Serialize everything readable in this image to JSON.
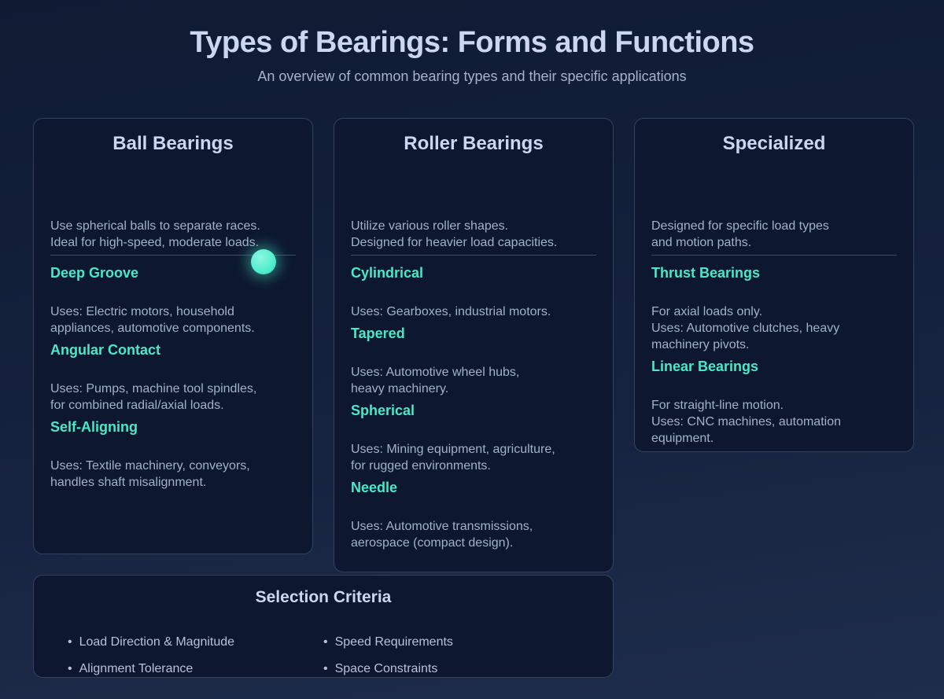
{
  "header": {
    "title": "Types of Bearings: Forms and Functions",
    "subtitle": "An overview of common bearing types and their specific applications"
  },
  "colors": {
    "background_top": "#0f1b33",
    "background_bottom": "#1f2d4d",
    "card_background": "#0d1830",
    "card_border": "#536a8f",
    "heading_text": "#ccd6f0",
    "body_text": "#a2b0c8",
    "accent_teal": "#49e9c7",
    "glow_dot": "#55efd0"
  },
  "cards": [
    {
      "title": "Ball Bearings",
      "intro": "Use spherical balls to separate races.\nIdeal for high-speed, moderate loads.",
      "sections": [
        {
          "heading": "Deep Groove",
          "text": "Uses: Electric motors, household\nappliances, automotive components."
        },
        {
          "heading": "Angular Contact",
          "text": "Uses: Pumps, machine tool spindles,\nfor combined radial/axial loads."
        },
        {
          "heading": "Self-Aligning",
          "text": "Uses: Textile machinery, conveyors,\nhandles shaft misalignment."
        }
      ]
    },
    {
      "title": "Roller Bearings",
      "intro": "Utilize various roller shapes.\nDesigned for heavier load capacities.",
      "sections": [
        {
          "heading": "Cylindrical",
          "text": "Uses: Gearboxes, industrial motors."
        },
        {
          "heading": "Tapered",
          "text": "Uses: Automotive wheel hubs,\nheavy machinery."
        },
        {
          "heading": "Spherical",
          "text": "Uses: Mining equipment, agriculture,\nfor rugged environments."
        },
        {
          "heading": "Needle",
          "text": "Uses: Automotive transmissions,\naerospace (compact design)."
        }
      ]
    },
    {
      "title": "Specialized",
      "intro": "Designed for specific load types\nand motion paths.",
      "sections": [
        {
          "heading": "Thrust Bearings",
          "text": "For axial loads only.\nUses: Automotive clutches, heavy\nmachinery pivots."
        },
        {
          "heading": "Linear Bearings",
          "text": "For straight-line motion.\nUses: CNC machines, automation\nequipment."
        }
      ]
    }
  ],
  "selection": {
    "title": "Selection Criteria",
    "bullet": "•",
    "items": [
      "Load Direction & Magnitude",
      "Speed Requirements",
      "Alignment Tolerance",
      "Space Constraints"
    ]
  }
}
